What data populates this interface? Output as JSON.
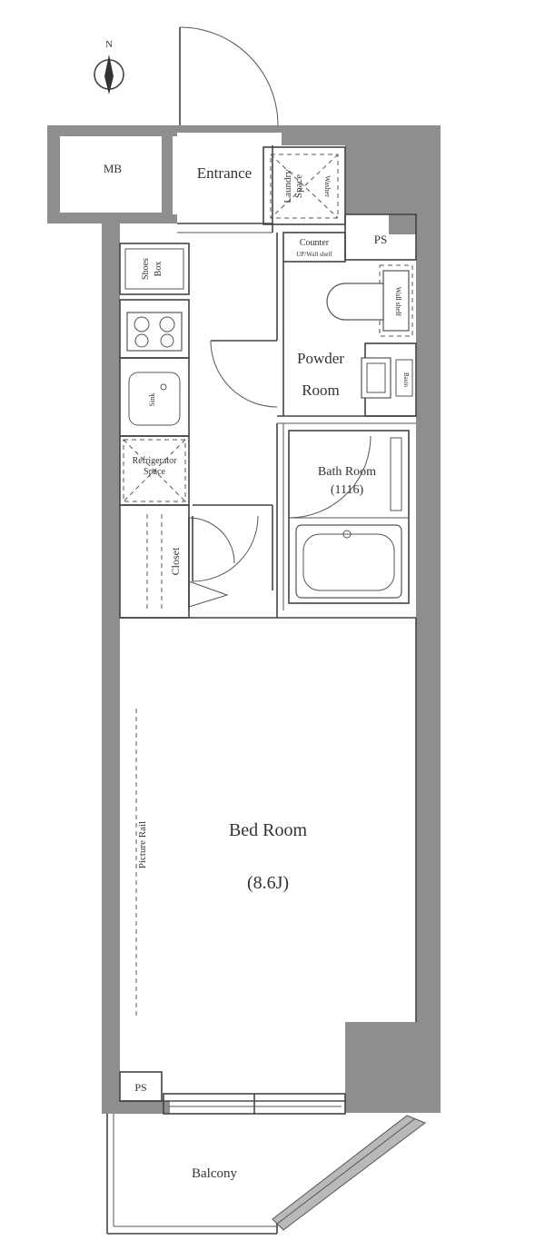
{
  "compass": {
    "north": "N"
  },
  "rooms": {
    "mb": "MB",
    "entrance": "Entrance",
    "laundry_line1": "Laundry",
    "laundry_line2": "Space",
    "laundry_tag": "Washer",
    "ps_top": "PS",
    "counter_line1": "Counter",
    "counter_line2": "UP/Wall shelf",
    "shoes_line1": "Shoes",
    "shoes_line2": "Box",
    "sink_tag": "Sink",
    "wall_tag": "Wall shelf",
    "powder_line1": "Powder",
    "powder_line2": "Room",
    "washbasin_tag": "Basin",
    "refrigerator_line1": "Refrigerator",
    "refrigerator_line2": "Space",
    "bath_line1": "Bath Room",
    "bath_line2": "(1116)",
    "closet": "Closet",
    "picture_rail": "Picture Rail",
    "bed_line1": "Bed Room",
    "bed_line2": "(8.6J)",
    "ps_bottom": "PS",
    "balcony": "Balcony"
  },
  "colors": {
    "wall": "#8e8e8e",
    "line": "#444444",
    "text": "#333333"
  }
}
